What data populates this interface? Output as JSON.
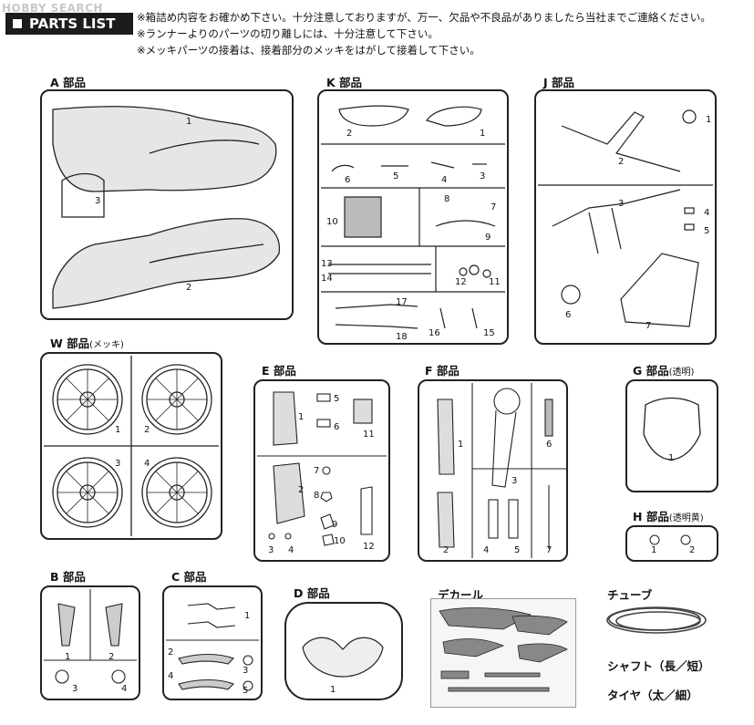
{
  "watermark": "HOBBY SEARCH",
  "header": {
    "title": "PARTS LIST"
  },
  "notes": [
    "※箱詰め内容をお確かめ下さい。十分注意しておりますが、万一、欠品や不良品がありましたら当社までご連絡ください。",
    "※ランナーよりのパーツの切り離しには、十分注意して下さい。",
    "※メッキパーツの接着は、接着部分のメッキをはがして接着して下さい。"
  ],
  "sections": {
    "A": {
      "label": "A 部品",
      "parts": [
        "1",
        "2",
        "3"
      ]
    },
    "K": {
      "label": "K 部品",
      "parts": [
        "1",
        "2",
        "3",
        "4",
        "5",
        "6",
        "7",
        "8",
        "9",
        "10",
        "11",
        "12",
        "13",
        "14",
        "15",
        "16",
        "17",
        "18"
      ]
    },
    "J": {
      "label": "J 部品",
      "parts": [
        "1",
        "2",
        "3",
        "4",
        "5",
        "6",
        "7"
      ]
    },
    "W": {
      "label": "W 部品",
      "sub": "(メッキ)",
      "parts": [
        "1",
        "2",
        "3",
        "4"
      ]
    },
    "E": {
      "label": "E 部品",
      "parts": [
        "1",
        "2",
        "3",
        "4",
        "5",
        "6",
        "7",
        "8",
        "9",
        "10",
        "11",
        "12"
      ]
    },
    "F": {
      "label": "F 部品",
      "parts": [
        "1",
        "2",
        "3",
        "4",
        "5",
        "6",
        "7"
      ]
    },
    "G": {
      "label": "G 部品",
      "sub": "(透明)",
      "parts": [
        "1"
      ]
    },
    "H": {
      "label": "H 部品",
      "sub": "(透明黄)",
      "parts": [
        "1",
        "2"
      ]
    },
    "B": {
      "label": "B 部品",
      "parts": [
        "1",
        "2",
        "3",
        "4"
      ]
    },
    "C": {
      "label": "C 部品",
      "parts": [
        "1",
        "2",
        "3",
        "4",
        "5"
      ]
    },
    "D": {
      "label": "D 部品",
      "parts": [
        "1"
      ]
    }
  },
  "extras": {
    "decal": "デカール",
    "tube": "チューブ",
    "shaft": "シャフト（長／短）",
    "tire": "タイヤ（太／細）"
  }
}
